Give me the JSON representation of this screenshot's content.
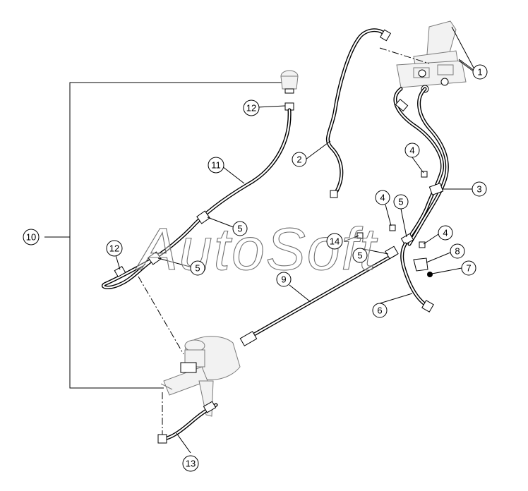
{
  "watermark": "AutoSoft",
  "callouts": [
    "1",
    "2",
    "3",
    "4",
    "4",
    "4",
    "5",
    "5",
    "5",
    "5",
    "6",
    "7",
    "8",
    "9",
    "10",
    "11",
    "12",
    "12",
    "13",
    "14"
  ]
}
